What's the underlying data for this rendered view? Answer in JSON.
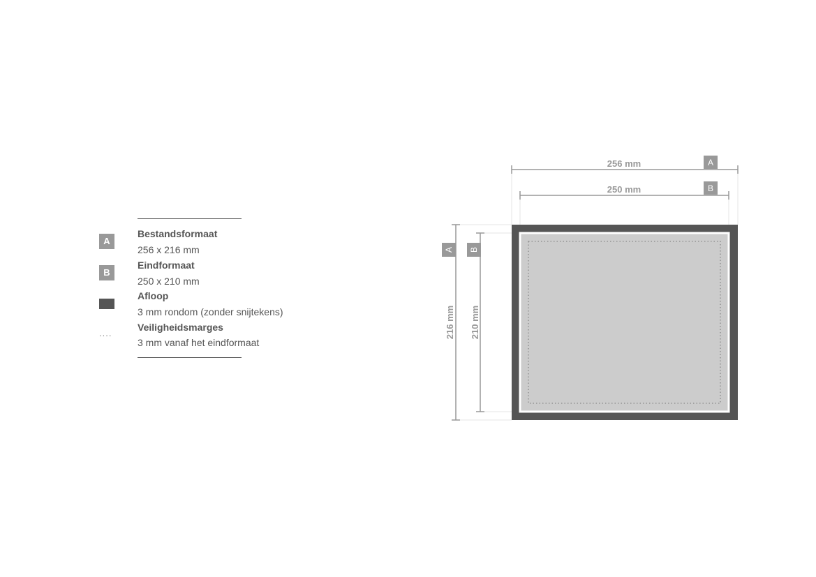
{
  "legend": {
    "items": [
      {
        "key": "A",
        "title": "Bestandsformaat",
        "value": "256 x 216 mm"
      },
      {
        "key": "B",
        "title": "Eindformaat",
        "value": "250 x 210 mm"
      },
      {
        "key": "",
        "title": "Afloop",
        "value": "3 mm rondom (zonder snijtekens)"
      },
      {
        "key": "....",
        "title": "Veiligheidsmarges",
        "value": "3 mm vanaf het eindformaat"
      }
    ]
  },
  "diagram": {
    "width_a_label": "256 mm",
    "width_b_label": "250 mm",
    "height_a_label": "216 mm",
    "height_b_label": "210 mm",
    "key_a": "A",
    "key_b": "B"
  },
  "colors": {
    "bleed": "#555555",
    "trim_border": "#ffffff",
    "safe_fill": "#cccccc",
    "dimension_line": "#999999",
    "text": "#555555"
  }
}
